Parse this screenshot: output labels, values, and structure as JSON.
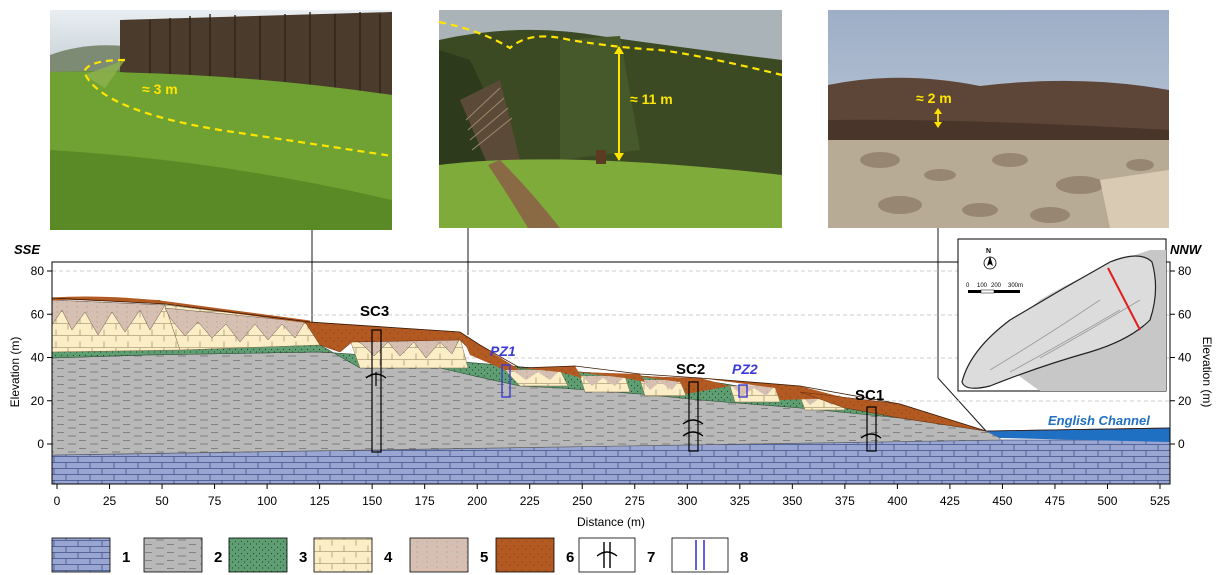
{
  "photos": [
    {
      "annotation": "≈ 3 m"
    },
    {
      "annotation": "≈ 11 m"
    },
    {
      "annotation": "≈ 2 m"
    }
  ],
  "section": {
    "left_end": "SSE",
    "right_end": "NNW",
    "sea_label": "English Channel",
    "boreholes": [
      {
        "label": "SC3"
      },
      {
        "label": "SC2"
      },
      {
        "label": "SC1"
      }
    ],
    "piezometers": [
      {
        "label": "PZ1"
      },
      {
        "label": "PZ2"
      }
    ]
  },
  "axes": {
    "xlabel": "Distance (m)",
    "ylabel_left": "Elevation (m)",
    "ylabel_right": "Elevation (m)",
    "x_ticks": [
      "0",
      "25",
      "50",
      "75",
      "100",
      "125",
      "150",
      "175",
      "200",
      "225",
      "250",
      "275",
      "300",
      "325",
      "350",
      "375",
      "400",
      "425",
      "450",
      "475",
      "500",
      "525"
    ],
    "y_ticks": [
      "80",
      "60",
      "40",
      "20",
      "0"
    ]
  },
  "inset_map": {
    "north": "N",
    "scale_labels": [
      "0",
      "100",
      "200",
      "300m"
    ]
  },
  "legend": [
    {
      "num": "1",
      "pattern": "limestone"
    },
    {
      "num": "2",
      "pattern": "clay"
    },
    {
      "num": "3",
      "pattern": "glauconitic-sand"
    },
    {
      "num": "4",
      "pattern": "chalk"
    },
    {
      "num": "5",
      "pattern": "flint-clay"
    },
    {
      "num": "6",
      "pattern": "colluvium"
    },
    {
      "num": "7",
      "pattern": "borehole"
    },
    {
      "num": "8",
      "pattern": "piezometer"
    }
  ],
  "colors": {
    "limestone": "#9aa6d2",
    "clay": "#b8b8b8",
    "sand": "#5f9e72",
    "chalk": "#fbeec6",
    "flint": "#d7bfb1",
    "colluvium": "#b35a22",
    "sea": "#1f6fc2",
    "piezometer": "#3b3bd6",
    "annotation": "#ffe400"
  }
}
